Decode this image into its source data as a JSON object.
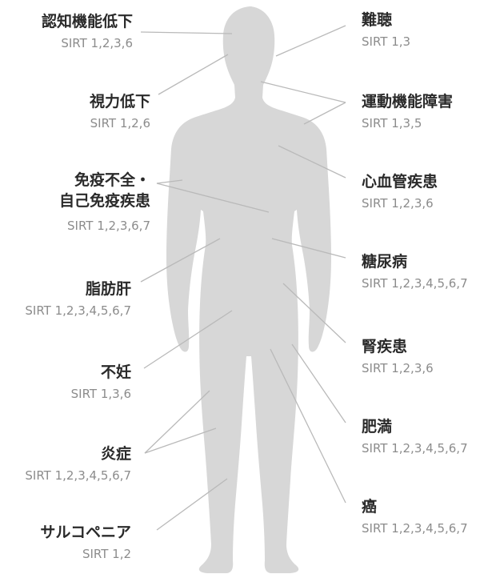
{
  "colors": {
    "body": "#d7d7d7",
    "line": "#b9b9b9",
    "name_text": "#2a2a2a",
    "sirt_text": "#8c8c8c"
  },
  "left_conditions": [
    {
      "name": "認知機能低下",
      "sirt": "SIRT 1,2,3,6"
    },
    {
      "name": "視力低下",
      "sirt": "SIRT 1,2,6"
    },
    {
      "name_line1": "免疫不全・",
      "name_line2": "自己免疫疾患",
      "sirt": "SIRT 1,2,3,6,7"
    },
    {
      "name": "脂肪肝",
      "sirt": "SIRT 1,2,3,4,5,6,7"
    },
    {
      "name": "不妊",
      "sirt": "SIRT 1,3,6"
    },
    {
      "name": "炎症",
      "sirt": "SIRT 1,2,3,4,5,6,7"
    },
    {
      "name": "サルコペニア",
      "sirt": "SIRT 1,2"
    }
  ],
  "right_conditions": [
    {
      "name": "難聴",
      "sirt": "SIRT 1,3"
    },
    {
      "name": "運動機能障害",
      "sirt": "SIRT 1,3,5"
    },
    {
      "name": "心血管疾患",
      "sirt": "SIRT 1,2,3,6"
    },
    {
      "name": "糖尿病",
      "sirt": "SIRT 1,2,3,4,5,6,7"
    },
    {
      "name": "腎疾患",
      "sirt": "SIRT 1,2,3,6"
    },
    {
      "name": "肥満",
      "sirt": "SIRT 1,2,3,4,5,6,7"
    },
    {
      "name": "癌",
      "sirt": "SIRT 1,2,3,4,5,6,7"
    }
  ]
}
